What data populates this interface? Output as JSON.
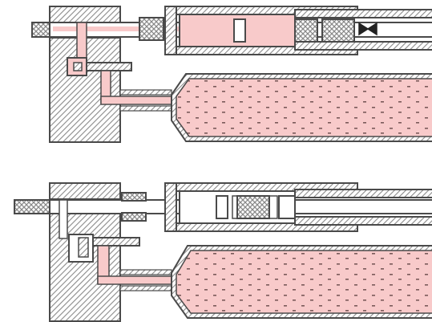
{
  "figure": {
    "panels": [
      {
        "name": "upper-state",
        "fluid": "filled"
      },
      {
        "name": "lower-state",
        "fluid": "partial"
      }
    ],
    "colors": {
      "background": "#ffffff",
      "wall": "#8a8a8a",
      "outline": "#4a4a4a",
      "fluid": "#f8caca",
      "hatch_background": "#ffffff",
      "valve": "#222222"
    },
    "icons": [
      "check-valve-icon"
    ]
  }
}
